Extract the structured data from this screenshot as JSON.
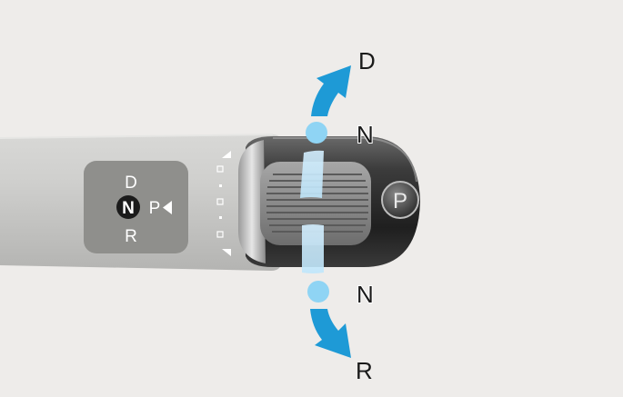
{
  "indicator": {
    "top_letter": "D",
    "selected_letter": "N",
    "side_letter": "P",
    "bottom_letter": "R"
  },
  "knob": {
    "button_letter": "P"
  },
  "directions": {
    "up_target": "D",
    "up_neutral": "N",
    "down_neutral": "N",
    "down_target": "R"
  },
  "colors": {
    "background": "#eeecea",
    "stalk": "#c9c9c7",
    "panel": "#8f8f8c",
    "arrow": "#1e9ad6",
    "arrow_light": "#aee1f6"
  },
  "icons": [
    "shift-up-arrow-icon",
    "shift-down-arrow-icon",
    "park-triangle-icon",
    "park-button-icon"
  ]
}
